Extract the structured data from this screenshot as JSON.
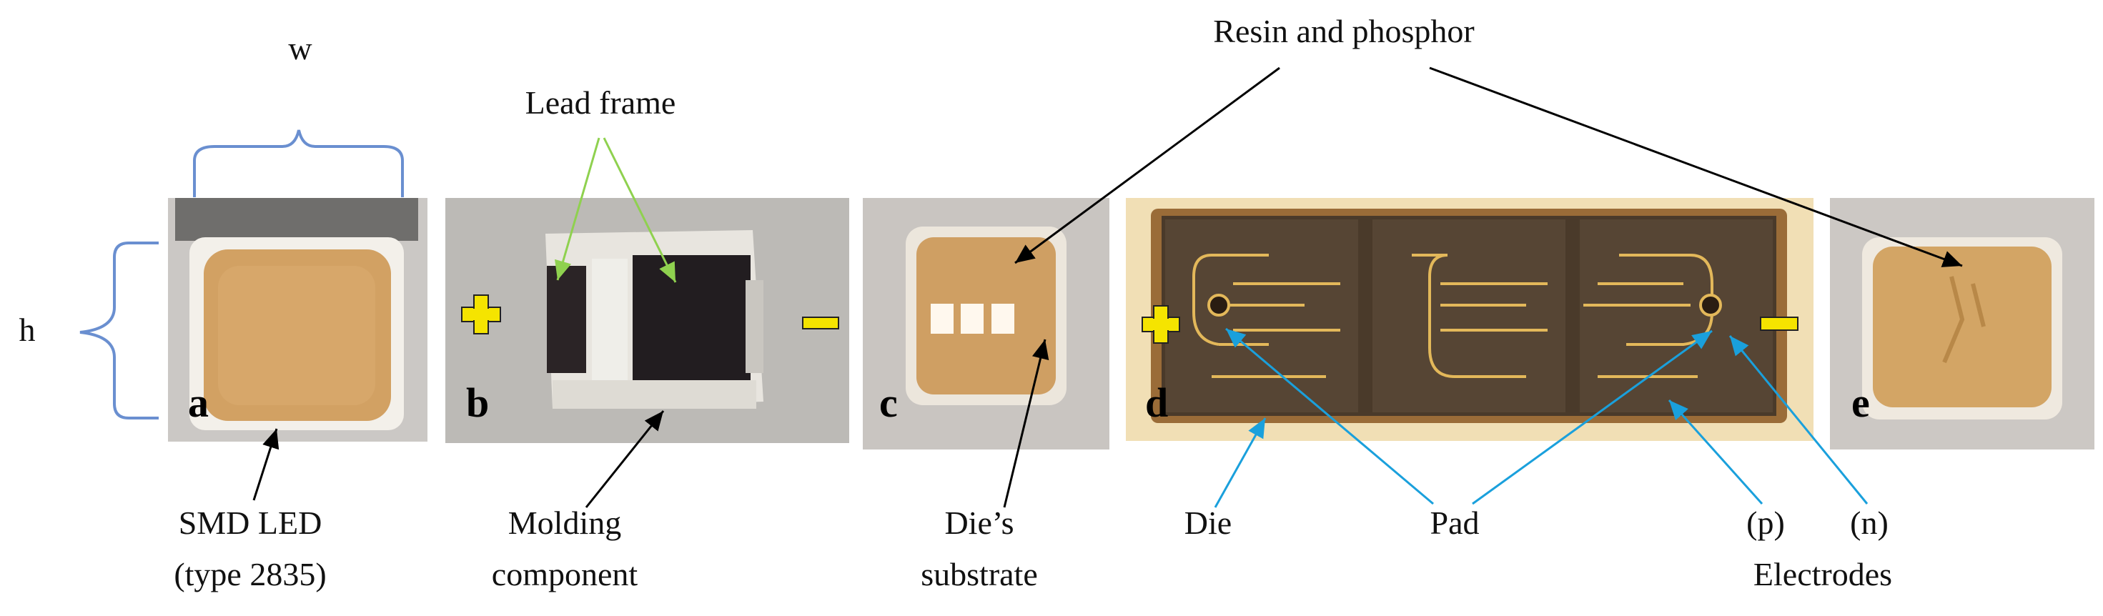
{
  "figure": {
    "dimension_width": "w",
    "dimension_height": "h",
    "panel_letters": [
      "a",
      "b",
      "c",
      "d",
      "e"
    ],
    "labels": {
      "resin_phosphor": "Resin and phosphor",
      "lead_frame": "Lead frame",
      "smd_led_line1": "SMD LED",
      "smd_led_line2": "(type 2835)",
      "molding_line1": "Molding",
      "molding_line2": "component",
      "die_substrate_line1": "Die’s",
      "die_substrate_line2": "substrate",
      "die": "Die",
      "pad": "Pad",
      "p_electrode": "(p)",
      "n_electrode": "(n)",
      "electrodes": "Electrodes"
    },
    "polarity": {
      "plus": "+",
      "minus": "−"
    },
    "colors": {
      "arrow_black": "#000000",
      "arrow_green": "#8fd14f",
      "arrow_cyan": "#1aa0dc",
      "dimension_blue": "#6a8fd0",
      "polarity_yellow": "#f5e400",
      "phosphor": "#d2a163"
    }
  }
}
